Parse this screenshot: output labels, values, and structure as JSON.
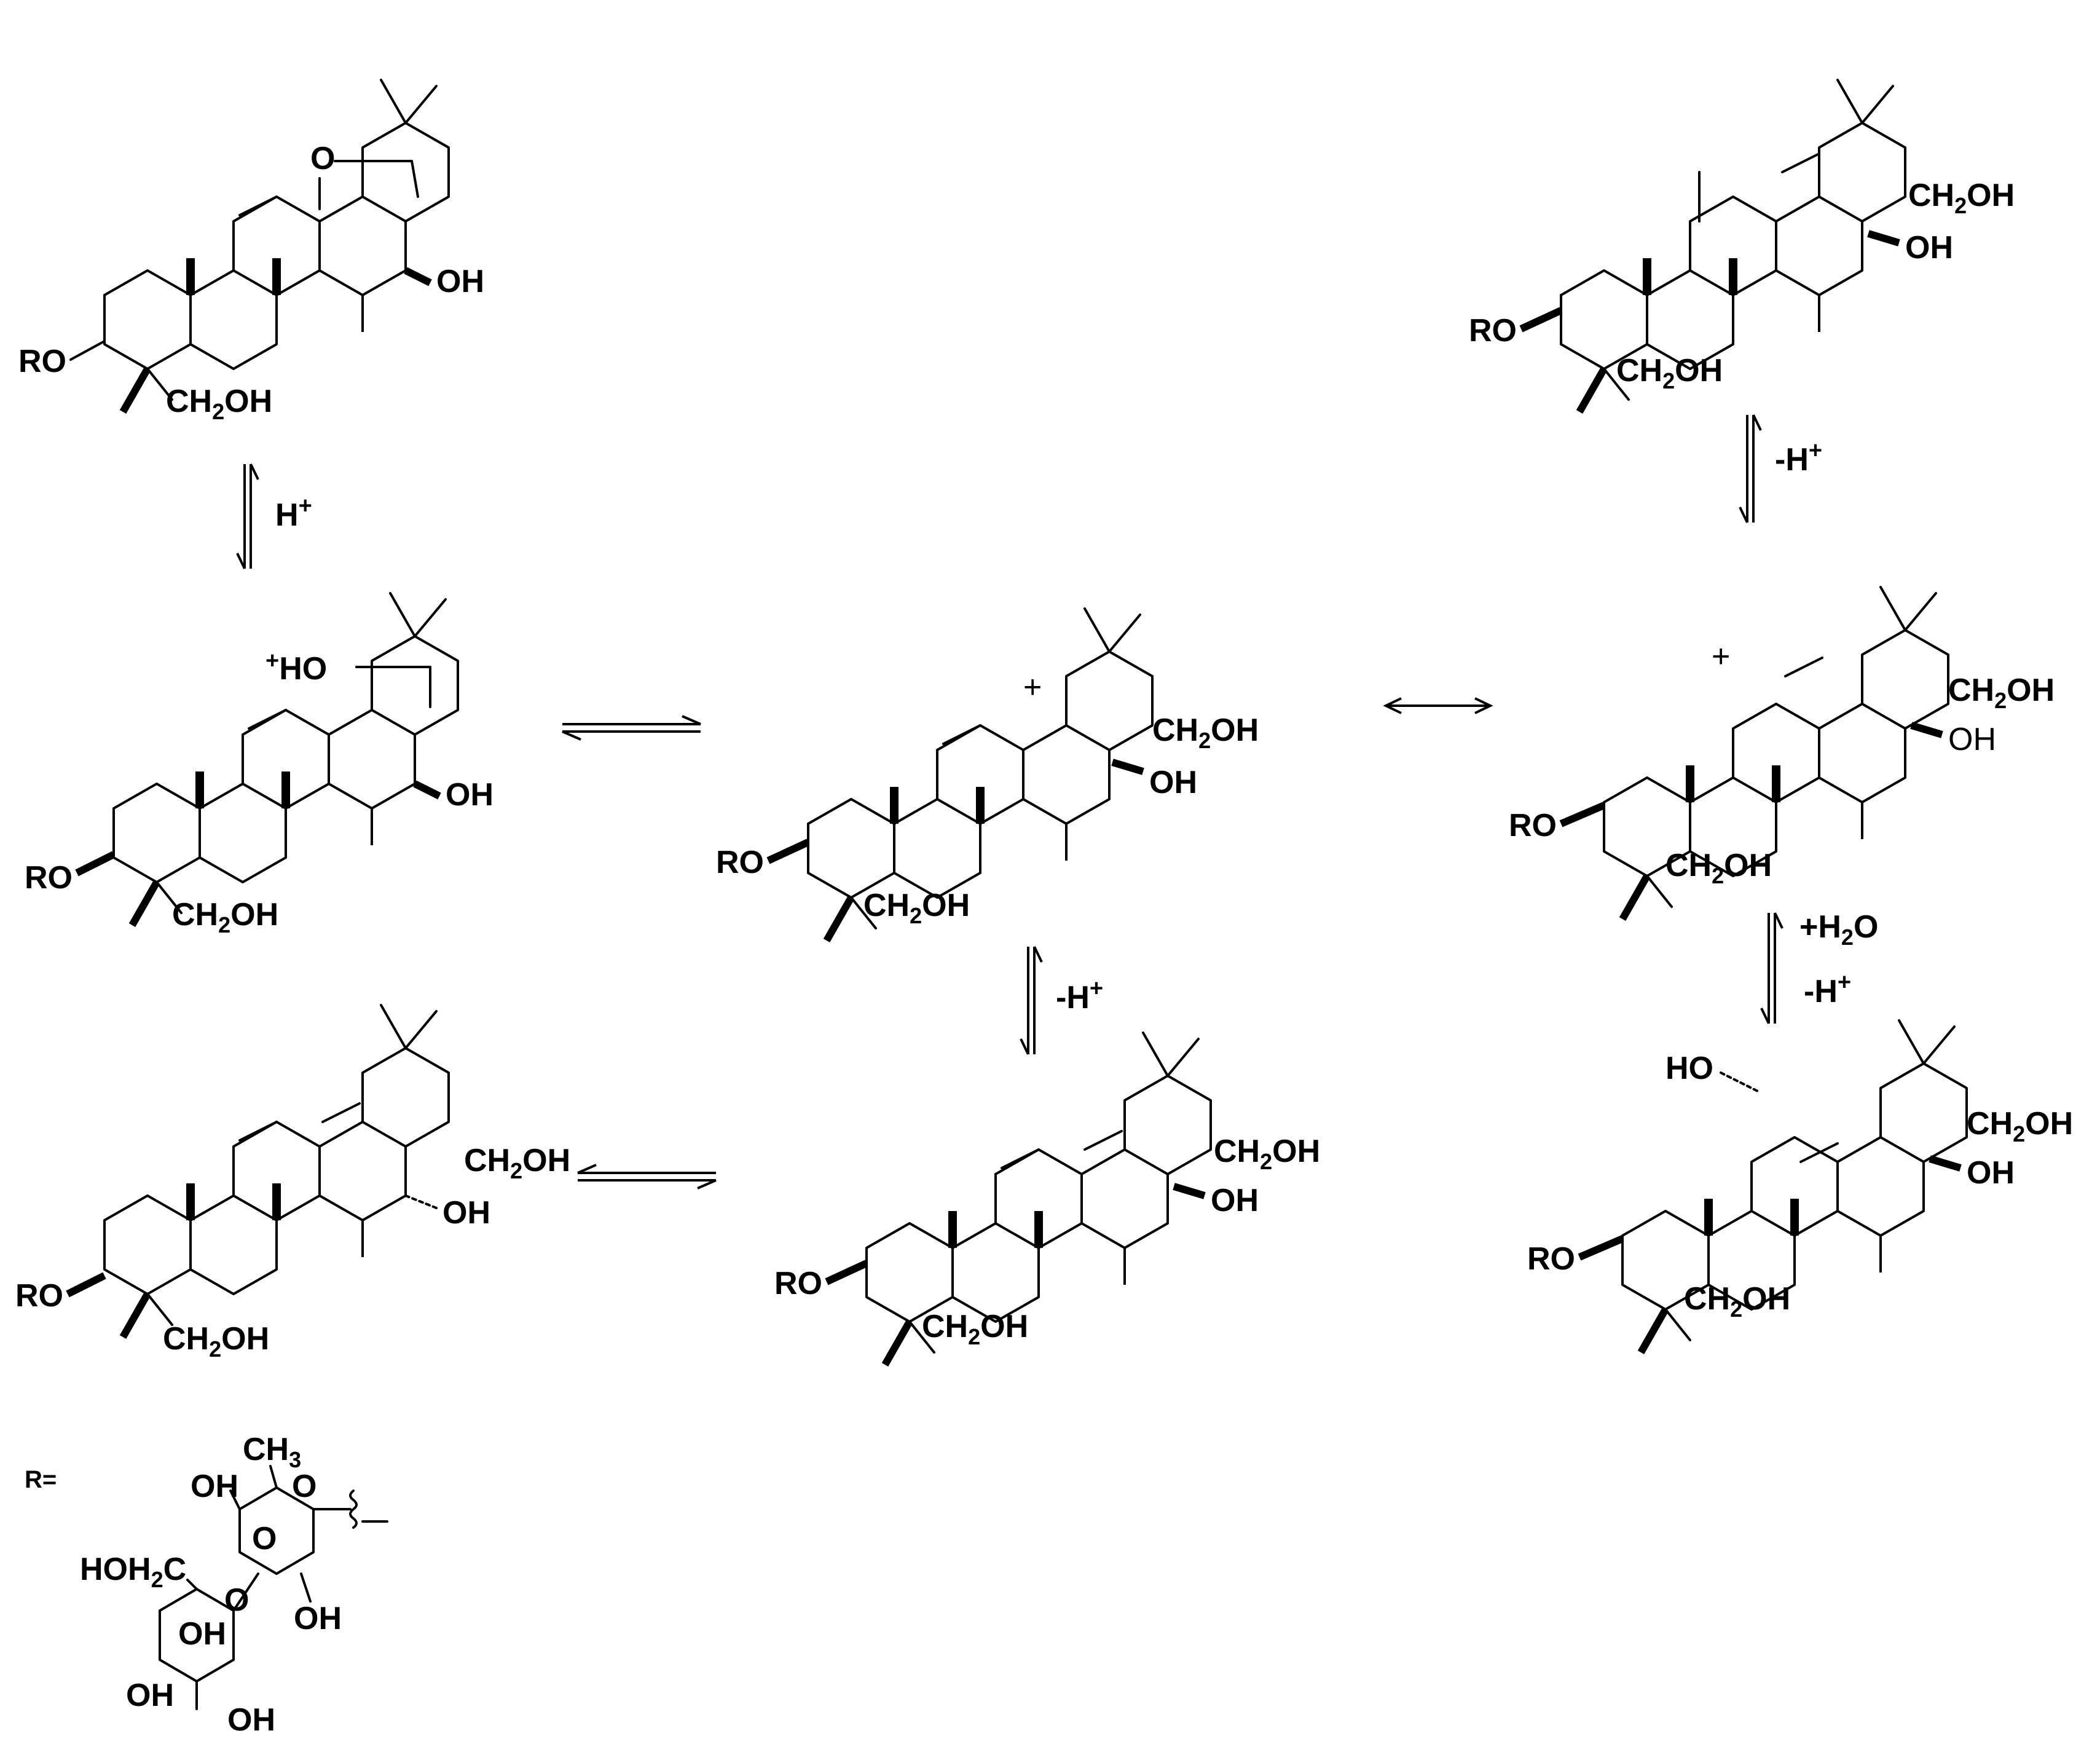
{
  "colors": {
    "ink": "#000000",
    "background": "#ffffff"
  },
  "labels": {
    "ro": "RO",
    "oh": "OH",
    "ch2oh_prefix": "CH",
    "ch2oh_sub": "2",
    "ch2oh_suffix": "OH",
    "o": "O",
    "plus": "+",
    "ho": "HO",
    "ho_plus_prefix": "+",
    "ho_plus": "HO"
  },
  "arrows": {
    "h_plus": {
      "main": "H",
      "sup": "+"
    },
    "minus_h_plus": {
      "main": "-H",
      "sup": "+"
    },
    "plus_h2o": {
      "prefix": "+H",
      "sub": "2",
      "suffix": "O"
    }
  },
  "r_group": {
    "label": "R=",
    "ch3": "CH",
    "ch3_sub": "3",
    "hoh2c_prefix": "HOH",
    "hoh2c_sub": "2",
    "hoh2c_suffix": "C",
    "oh": "OH",
    "o": "O"
  }
}
